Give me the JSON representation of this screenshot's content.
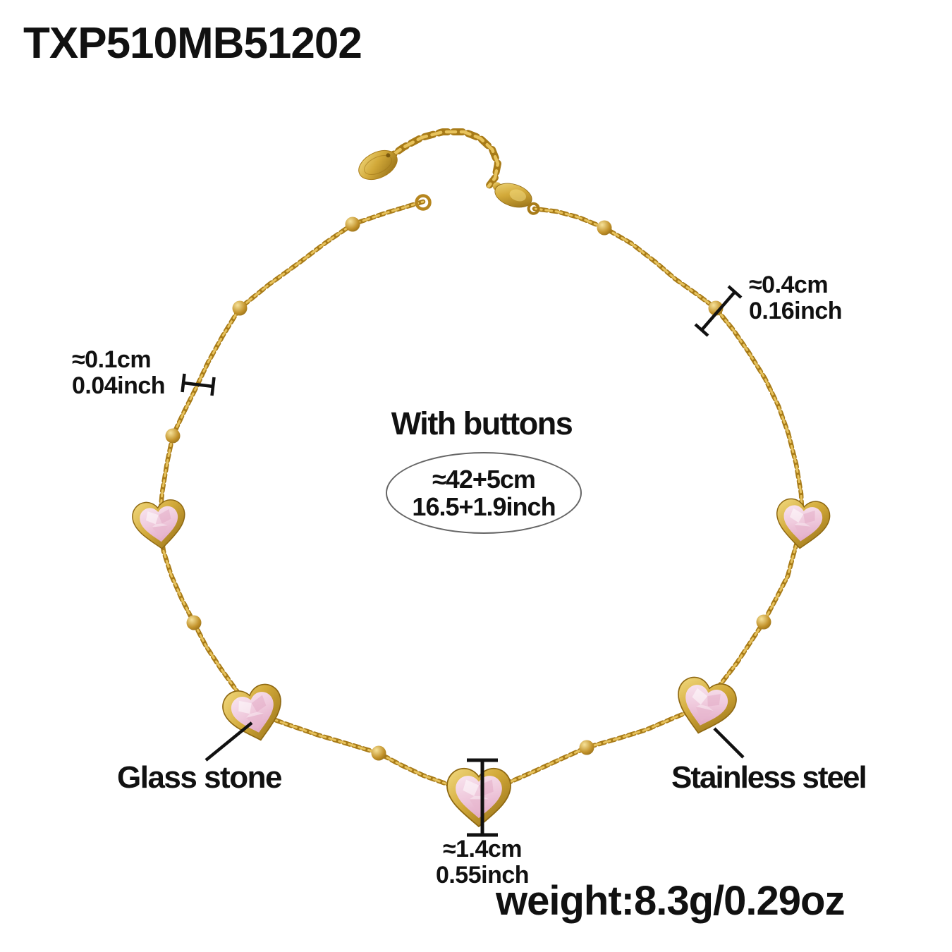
{
  "product": {
    "code": "TXP510MB51202",
    "weight": "weight:8.3g/0.29oz"
  },
  "annotations": {
    "bead_diameter": {
      "cm": "≈0.4cm",
      "inch": "0.16inch"
    },
    "chain_thickness": {
      "cm": "≈0.1cm",
      "inch": "0.04inch"
    },
    "pendant_height": {
      "cm": "≈1.4cm",
      "inch": "0.55inch"
    },
    "chain_length": {
      "heading": "With buttons",
      "cm": "≈42+5cm",
      "inch": "16.5+1.9inch"
    },
    "stone_material": "Glass stone",
    "metal_material": "Stainless steel"
  },
  "colors": {
    "gold": "#C2922A",
    "gold_light": "#EEC95C",
    "gold_dark": "#8E6812",
    "stone_pink": "#EFC9DC",
    "stone_pink_light": "#F8E4EF",
    "stone_pink_dark": "#DFA4C2",
    "text": "#111111",
    "ellipse_border": "#666666",
    "background": "#FFFFFF"
  }
}
